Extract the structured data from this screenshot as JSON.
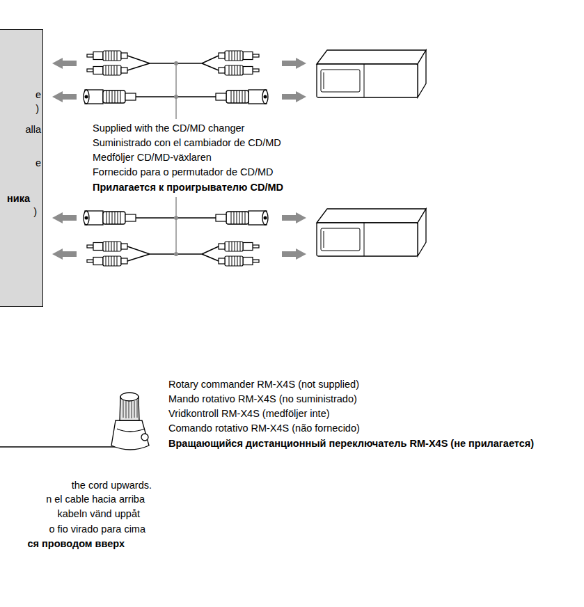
{
  "diagram": {
    "nodes": [
      {
        "text": [
          "e",
          ")",
          "alla",
          "e",
          "ника",
          ")"
        ]
      }
    ],
    "labels": [
      "Supplied with the CD/MD changer",
      "Suministrado con el cambiador de CD/MD",
      "Medföljer CD/MD-växlaren",
      "Fornecido para o permutador de CD/MD",
      "Прилагается к проигрывателю CD/MD",
      "Rotary commander RM-X4S (not supplied)",
      "Mando rotativo RM-X4S (no suministrado)",
      "Vridkontroll RM-X4S (medföljer inte)",
      "Comando rotativo RM-X4S (não fornecido)",
      "Вращающийся дистанционный переключатель RM-X4S (не прилагается)",
      "the cord upwards.",
      "n el cable hacia arriba",
      "kabeln vänd uppåt",
      "o fio virado para cima",
      "ся проводом вверх"
    ]
  }
}
